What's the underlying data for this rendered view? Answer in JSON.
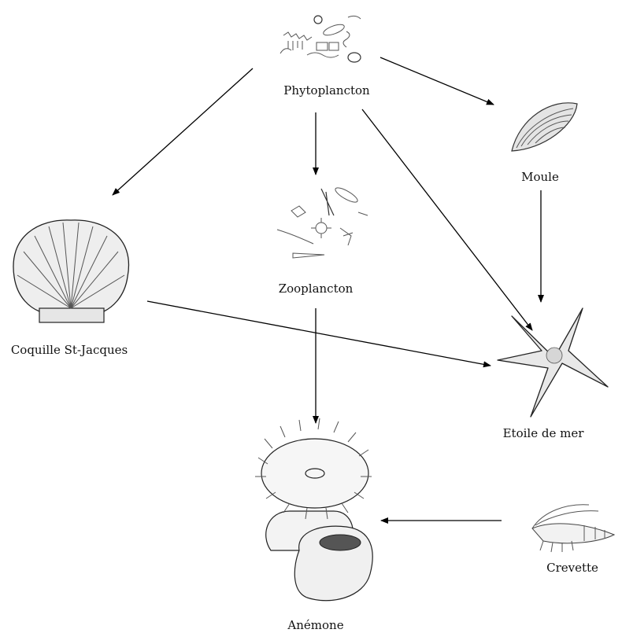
{
  "nodes": {
    "phytoplancton": {
      "label": "Phytoplancton",
      "icon": "phytoplankton-icon"
    },
    "zooplancton": {
      "label": "Zooplancton",
      "icon": "zooplankton-icon"
    },
    "moule": {
      "label": "Moule",
      "icon": "mussel-icon"
    },
    "coquille": {
      "label": "Coquille St-Jacques",
      "icon": "scallop-icon"
    },
    "etoile": {
      "label": "Etoile de mer",
      "icon": "starfish-icon"
    },
    "anemone": {
      "label": "Anémone",
      "icon": "anemone-icon"
    },
    "crevette": {
      "label": "Crevette",
      "icon": "shrimp-icon"
    }
  },
  "edges": [
    {
      "from": "phytoplancton",
      "to": "coquille"
    },
    {
      "from": "phytoplancton",
      "to": "zooplancton"
    },
    {
      "from": "phytoplancton",
      "to": "moule"
    },
    {
      "from": "phytoplancton",
      "to": "etoile"
    },
    {
      "from": "moule",
      "to": "etoile"
    },
    {
      "from": "coquille",
      "to": "etoile"
    },
    {
      "from": "zooplancton",
      "to": "anemone"
    },
    {
      "from": "crevette",
      "to": "anemone"
    }
  ]
}
